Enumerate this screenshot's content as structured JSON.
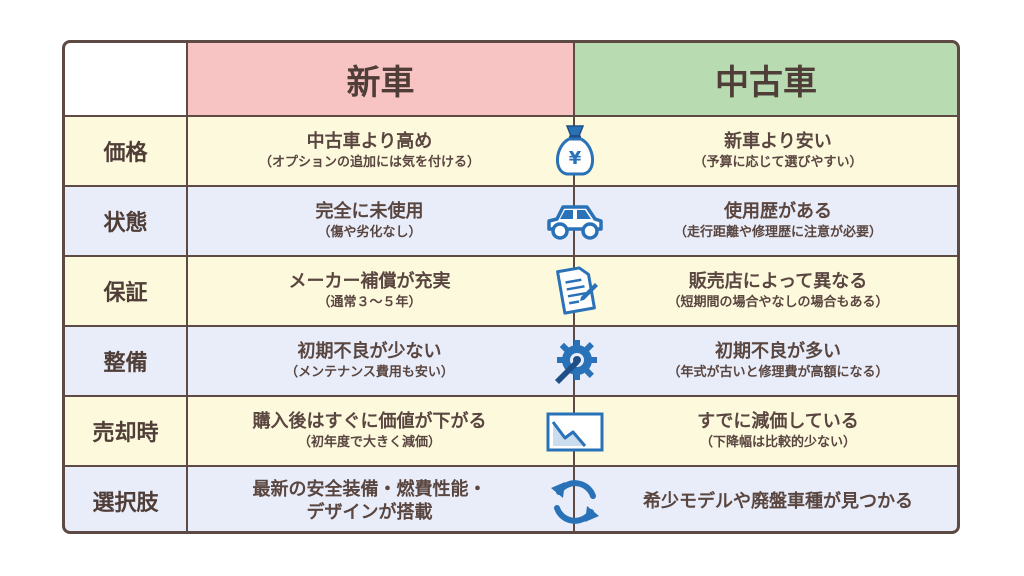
{
  "header": {
    "new_label": "新車",
    "used_label": "中古車"
  },
  "rows": [
    {
      "label": "価格",
      "new_main": "中古車より高め",
      "new_sub": "（オプションの追加には気を付ける）",
      "used_main": "新車より安い",
      "used_sub": "（予算に応じて選びやすい）",
      "icon": "money-bag-icon",
      "icon_text": "¥"
    },
    {
      "label": "状態",
      "new_main": "完全に未使用",
      "new_sub": "（傷や劣化なし）",
      "used_main": "使用歴がある",
      "used_sub": "（走行距離や修理歴に注意が必要）",
      "icon": "car-icon"
    },
    {
      "label": "保証",
      "new_main": "メーカー補償が充実",
      "new_sub": "（通常３～５年）",
      "used_main": "販売店によって異なる",
      "used_sub": "（短期間の場合やなしの場合もある）",
      "icon": "document-icon"
    },
    {
      "label": "整備",
      "new_main": "初期不良が少ない",
      "new_sub": "（メンテナンス費用も安い）",
      "used_main": "初期不良が多い",
      "used_sub": "（年式が古いと修理費が高額になる）",
      "icon": "wrench-gear-icon"
    },
    {
      "label": "売却時",
      "new_main": "購入後はすぐに価値が下がる",
      "new_sub": "（初年度で大きく減価）",
      "used_main": "すでに減価している",
      "used_sub": "（下降幅は比較的少ない）",
      "icon": "declining-chart-icon"
    },
    {
      "label": "選択肢",
      "new_main": "最新の安全装備・燃費性能・",
      "new_sub2": "デザインが搭載",
      "used_main": "希少モデルや廃盤車種が見つかる",
      "icon": "refresh-icon"
    }
  ],
  "colors": {
    "border": "#5e4a44",
    "new_header": "#f8c4c3",
    "used_header": "#b8dbb2",
    "row_yellow": "#fdf9dc",
    "row_blue": "#e8edf9",
    "icon_blue": "#2a72b8"
  }
}
